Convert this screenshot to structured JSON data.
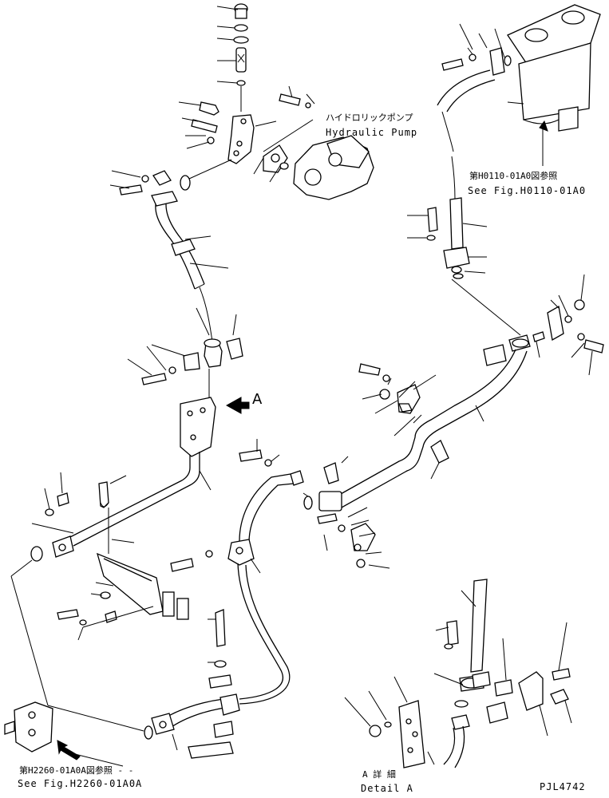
{
  "labels": {
    "hydraulic_pump_jp": "ハイドロリックポンプ",
    "hydraulic_pump_en": "Hydraulic Pump",
    "ref_top_jp": "第H0110-01A0図参照",
    "ref_top_en": "See Fig.H0110-01A0",
    "ref_bottom_jp": "第H2260-01A0A図参照 - -",
    "ref_bottom_en": "See Fig.H2260-01A0A",
    "arrow_label": "A",
    "detail_jp": "A 詳 細",
    "detail_en": "Detail A",
    "drawing_code": "PJL4742"
  },
  "icons": {
    "view_arrow": "view-arrow-icon",
    "reference_arrow": "reference-arrow-icon"
  }
}
